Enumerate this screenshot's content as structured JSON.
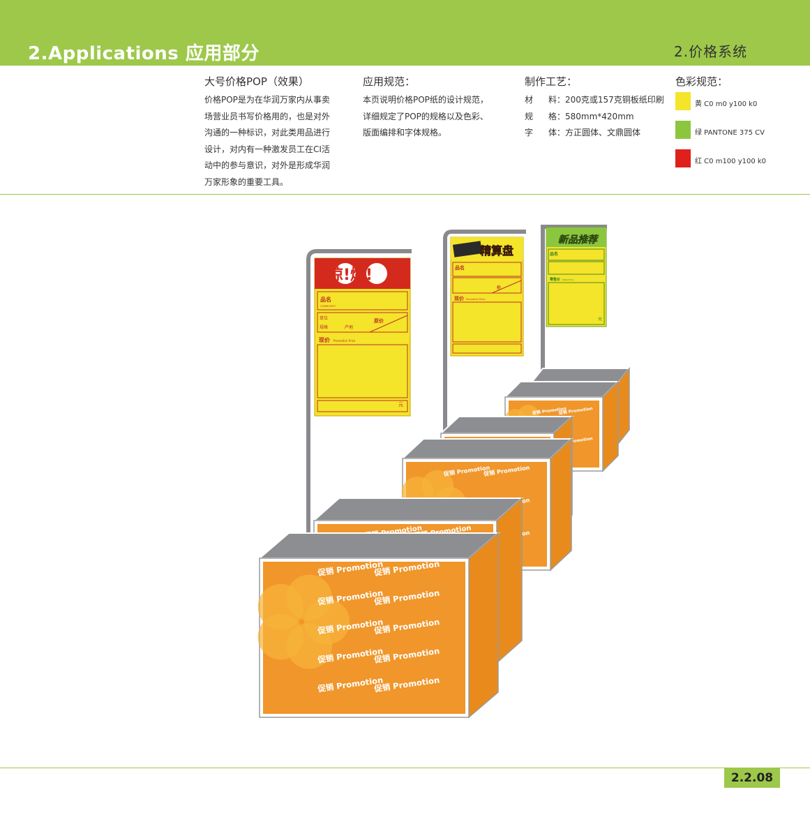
{
  "header": {
    "title": "2.Applications  应用部分",
    "section": "2.价格系统"
  },
  "intro": {
    "heading": "大号价格POP（效果）",
    "lines": [
      "价格POP是为在华润万家内从事卖",
      "场营业员书写价格用的，也是对外",
      "沟通的一种标识，对此类用品进行",
      "设计，对内有一种激发员工在CI活",
      "动中的参与意识，对外是形成华润",
      "万家形象的重要工具。"
    ]
  },
  "spec": {
    "heading": "应用规范：",
    "lines": [
      "本页说明价格POP纸的设计规范，",
      "详细规定了POP的规格以及色彩、",
      "版面编排和字体规格。"
    ]
  },
  "craft": {
    "heading": "制作工艺：",
    "rows": [
      {
        "label": "材",
        "value": "料：200克或157克铜板纸印刷"
      },
      {
        "label": "规",
        "value": "格：580mm*420mm"
      },
      {
        "label": "字",
        "value": "体：方正圆体、文鼎圆体"
      }
    ]
  },
  "colors": {
    "heading": "色彩规范：",
    "swatches": [
      {
        "hex": "#f4e42a",
        "label": "黄 C0 m0 y100 k0"
      },
      {
        "hex": "#8cc63f",
        "label": "绿 PANTONE 375 CV"
      },
      {
        "hex": "#e0201c",
        "label": "红 C0 m100 y100 k0"
      }
    ]
  },
  "signs": {
    "sign1": {
      "banner": "惊!爆!",
      "name_label": "品名",
      "name_sub": "COMMODITY",
      "unit_label": "单位",
      "spec_label": "规格",
      "origin_label": "产地",
      "price_label": "原价",
      "now_label": "现价",
      "now_sub": "Promotion Price",
      "yuan": "元"
    },
    "sign2": {
      "banner": "精算盘",
      "name_label": "品名",
      "price_label": "价",
      "now_label": "现价",
      "now_sub": "Promotion Price"
    },
    "sign3": {
      "banner": "新品推荐",
      "name_label": "品名",
      "retail_label": "零售价",
      "retail_sub": "Retail Price",
      "yuan": "元"
    }
  },
  "boxes": {
    "zh": "促销",
    "en": "Promotion"
  },
  "footer": {
    "page": "2.2.08"
  }
}
